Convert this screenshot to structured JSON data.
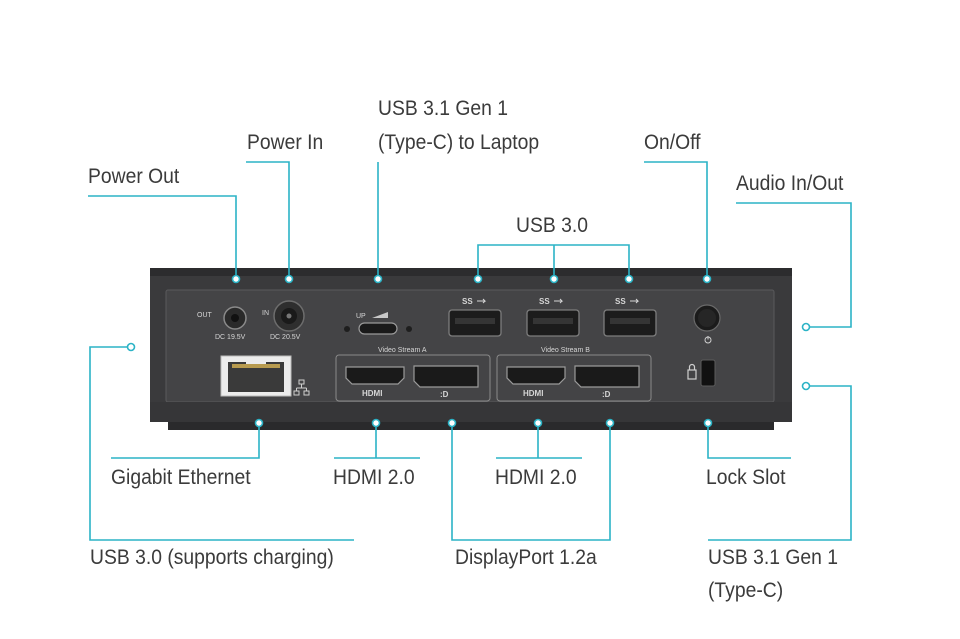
{
  "labels": {
    "power_out": "Power Out",
    "power_in": "Power In",
    "usbc_laptop_line1": "USB 3.1 Gen 1",
    "usbc_laptop_line2": "(Type-C) to Laptop",
    "usb30_top": "USB 3.0",
    "on_off": "On/Off",
    "audio": "Audio In/Out",
    "gigabit": "Gigabit Ethernet",
    "hdmi_a": "HDMI 2.0",
    "hdmi_b": "HDMI 2.0",
    "lock_slot": "Lock Slot",
    "usb30_charging": "USB 3.0 (supports charging)",
    "displayport": "DisplayPort 1.2a",
    "usbc_line1": "USB 3.1 Gen 1",
    "usbc_line2": "(Type-C)"
  },
  "device": {
    "out_label": "OUT",
    "out_rating": "DC 19.5V",
    "in_label": "IN",
    "in_rating": "DC 20.5V",
    "up_label": "UP",
    "ss_label": "SS",
    "stream_a": "Video Stream A",
    "stream_b": "Video Stream B",
    "hdmi_text": "HDMI"
  },
  "colors": {
    "callout": "#2bb3c6",
    "device_body": "#3c3c3e",
    "device_panel": "#434345",
    "text": "#3b3b3b"
  }
}
